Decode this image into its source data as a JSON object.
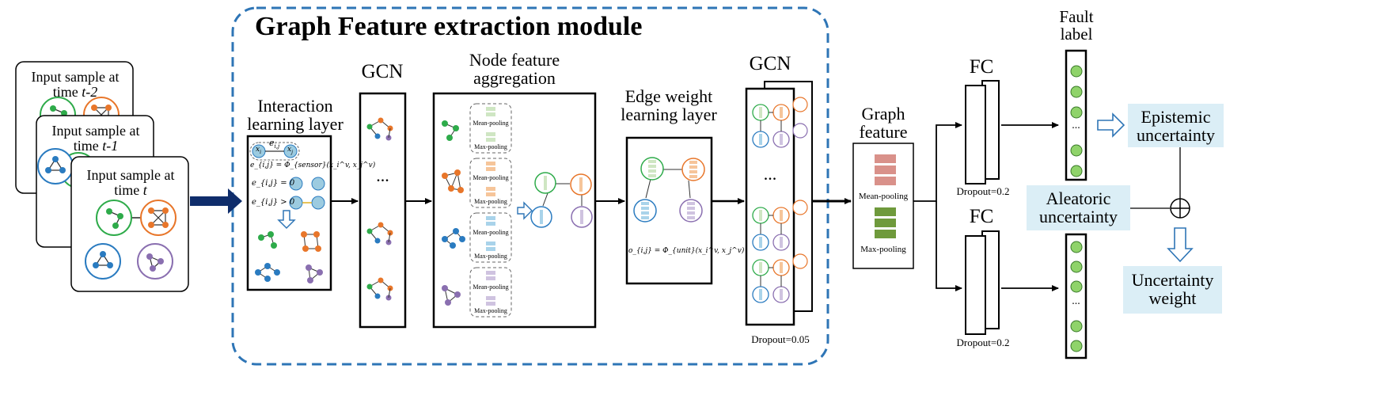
{
  "module_title": "Graph Feature extraction module",
  "input_samples": {
    "s2_line1": "Input sample at",
    "s2_prefix": "time ",
    "s2_var": "t-2",
    "s1_line1": "Input sample at",
    "s1_prefix": "time ",
    "s1_var": "t-1",
    "s0_line1": "Input sample at",
    "s0_prefix": "time ",
    "s0_var": "t"
  },
  "interaction_layer": {
    "line1": "Interaction",
    "line2": "learning layer",
    "eij": "e",
    "eij_sub": "i,j",
    "xi": "x",
    "xi_sub": "i",
    "xj": "x",
    "xj_sub": "j",
    "formula": "e_{i,j} = Φ_{sensor}(x_i^v, x_j^v)",
    "cond_zero": "e_{i,j} = 0",
    "cond_pos": "e_{i,j} > 0"
  },
  "gcn1": {
    "label": "GCN",
    "dots": "..."
  },
  "node_agg": {
    "line1": "Node feature",
    "line2": "aggregation",
    "mean": "Mean-pooling",
    "max": "Max-pooling"
  },
  "edge_weight": {
    "line1": "Edge weight",
    "line2": "learning layer",
    "formula": "o_{i,j} = Φ_{unit}(x_i^v, x_j^v)"
  },
  "gcn2": {
    "label": "GCN",
    "dots": "...",
    "dropout": "Dropout=0.05"
  },
  "graph_feature": {
    "line1": "Graph",
    "line2": "feature",
    "mean": "Mean-pooling",
    "max": "Max-pooling"
  },
  "fc_top": {
    "label": "FC",
    "dropout": "Dropout=0.2"
  },
  "fc_bottom": {
    "label": "FC",
    "dropout": "Dropout=0.2"
  },
  "fault_label": {
    "line1": "Fault",
    "line2": "label",
    "dots": "..."
  },
  "epistemic": {
    "line1": "Epistemic",
    "line2": "uncertainty"
  },
  "aleatoric": {
    "line1": "Aleatoric",
    "line2": "uncertainty"
  },
  "uncertainty_weight": {
    "line1": "Uncertainty",
    "line2": "weight"
  },
  "colors": {
    "dashed_border": "#2e75b6",
    "big_arrow": "#0f2d6b",
    "green": "#2eab4a",
    "orange": "#e8762a",
    "blue": "#2a7bc0",
    "purple": "#8a6fb0",
    "highlight": "#dbeef6",
    "mean_pool_red": "#d9918a",
    "max_pool_green": "#6f9a3c"
  }
}
